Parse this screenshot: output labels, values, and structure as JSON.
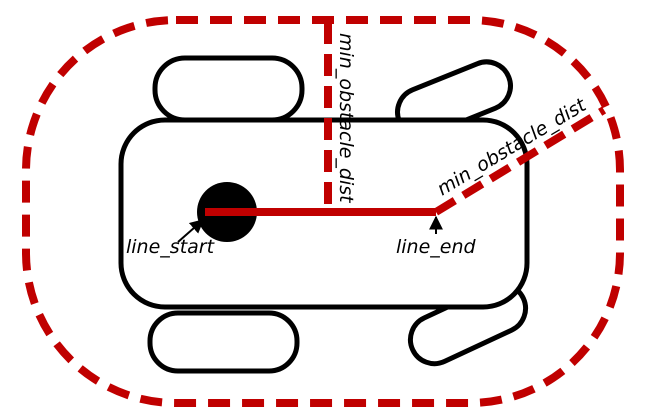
{
  "labels": {
    "min_obstacle_dist_vertical": "min_obstacle_dist",
    "min_obstacle_dist_diagonal": "min_obstacle_dist",
    "line_start": "line_start",
    "line_end": "line_end"
  },
  "colors": {
    "boundary": "#c00000",
    "outline": "#000000",
    "background": "#ffffff"
  }
}
